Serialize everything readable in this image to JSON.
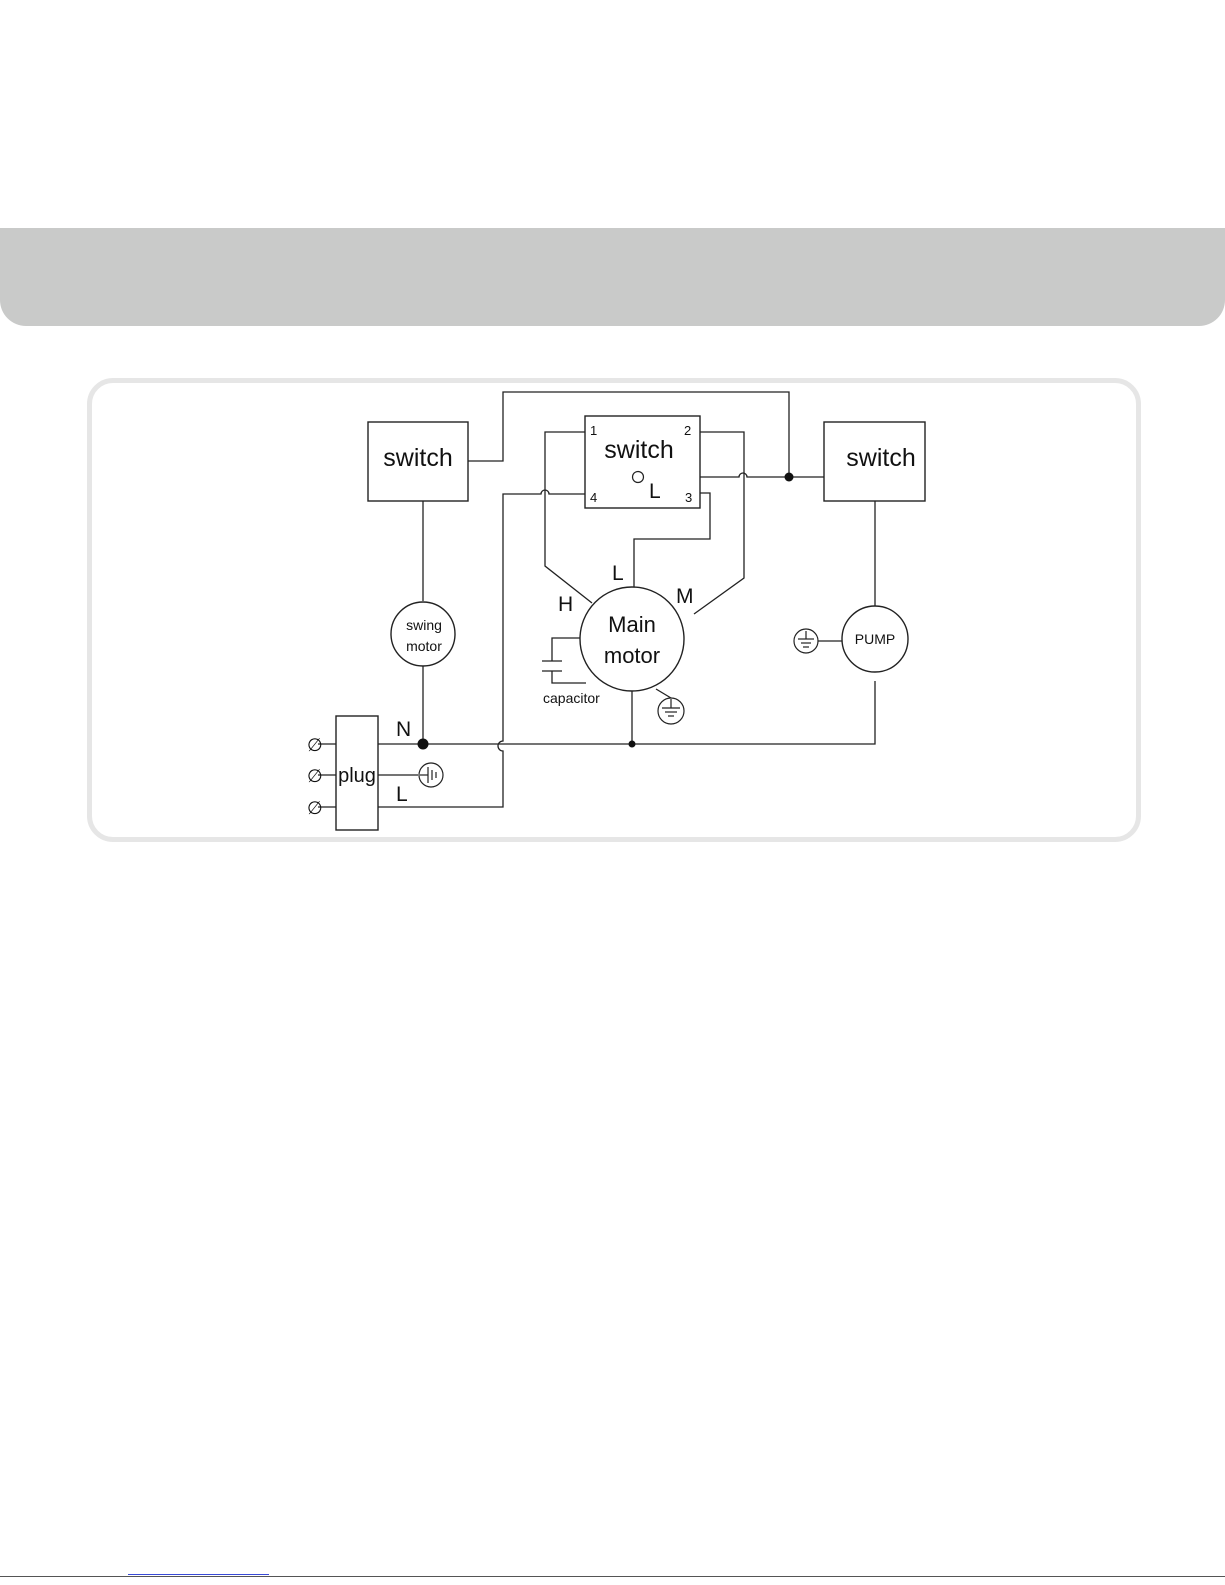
{
  "diagram": {
    "switch_left": "switch",
    "switch_center": "switch",
    "switch_right": "switch",
    "terminal_1": "1",
    "terminal_2": "2",
    "terminal_3": "3",
    "terminal_4": "4",
    "switch_center_L": "L",
    "swing_motor_line1": "swing",
    "swing_motor_line2": "motor",
    "main_motor_line1": "Main",
    "main_motor_line2": "motor",
    "tap_H": "H",
    "tap_L": "L",
    "tap_M": "M",
    "capacitor": "capacitor",
    "pump": "PUMP",
    "plug": "plug",
    "plug_N": "N",
    "plug_L": "L",
    "plug_pin_symbol": "∅"
  }
}
